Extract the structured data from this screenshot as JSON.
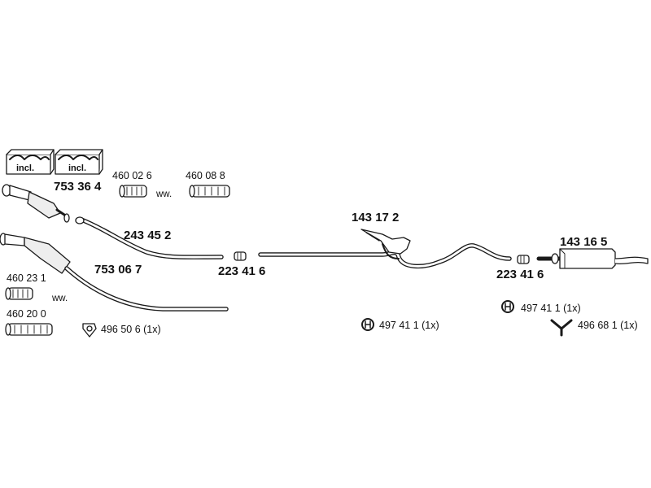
{
  "parts": {
    "kit_incl_1": "incl.",
    "kit_incl_2": "incl.",
    "p_753364": "753 36 4",
    "p_460026": "460 02 6",
    "p_460088": "460 08 8",
    "ww_1": "ww.",
    "p_243452": "243 45 2",
    "p_753067": "753 06 7",
    "p_460231": "460 23 1",
    "ww_2": "ww.",
    "p_460200": "460 20 0",
    "p_496506": "496 50 6 (1x)",
    "p_223416_a": "223 41 6",
    "p_143172": "143 17 2",
    "p_497411_a": "497 41 1 (1x)",
    "p_223416_b": "223 41 6",
    "p_143165": "143 16 5",
    "p_497411_b": "497 41 1 (1x)",
    "p_496681": "496 68 1 (1x)"
  },
  "colors": {
    "line": "#1a1a1a",
    "fill": "#ffffff",
    "shade": "#9a9a9a"
  }
}
